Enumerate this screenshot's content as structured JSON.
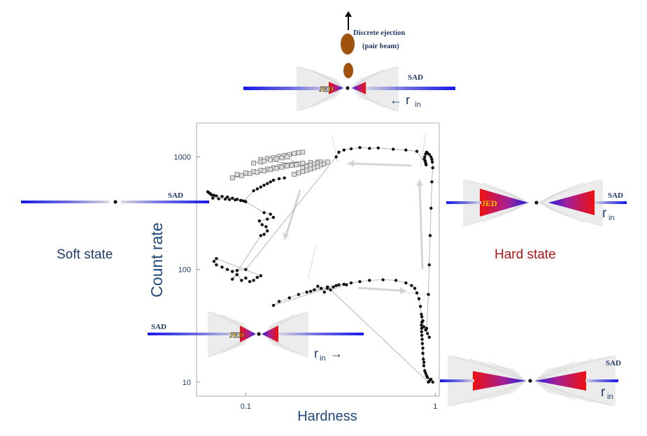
{
  "top_annotation": {
    "ejection": "Discrete ejection",
    "beam": "(pair beam)"
  },
  "sad": "SAD",
  "jed": "JED",
  "r_main": "r",
  "r_sub": "in",
  "soft_state": "Soft state",
  "hard_state": "Hard state",
  "axes": {
    "ylabel": "Count rate",
    "xlabel": "Hardness",
    "yticks": [
      {
        "label": "1000",
        "value": 1000
      },
      {
        "label": "100",
        "value": 100
      },
      {
        "label": "10",
        "value": 10
      }
    ],
    "xticks": [
      {
        "label": "0.1",
        "value": 0.1
      },
      {
        "label": "1",
        "value": 1
      }
    ]
  },
  "colors": {
    "disk_blue": "#1a1ae6",
    "jed_red": "#e01020",
    "jed_magenta": "#b0208c",
    "jed_label": "#f2c200",
    "ejecta": "#a0520f",
    "soft_text": "#1f3a6b",
    "hard_text": "#a81616",
    "axis_text": "#1f4a7a"
  },
  "chart_data": {
    "type": "scatter",
    "xscale": "log",
    "yscale": "log",
    "xlim": [
      0.055,
      1.05
    ],
    "ylim": [
      7.5,
      2000
    ],
    "series": [
      {
        "marker": "dot",
        "points": [
          [
            0.97,
            10
          ],
          [
            0.94,
            10.5
          ],
          [
            0.91,
            11
          ],
          [
            0.89,
            12
          ],
          [
            0.87,
            14
          ],
          [
            0.865,
            16
          ],
          [
            0.86,
            18
          ],
          [
            0.855,
            22
          ],
          [
            0.85,
            26
          ],
          [
            0.848,
            30
          ],
          [
            0.85,
            34
          ],
          [
            0.845,
            40
          ],
          [
            0.835,
            47
          ],
          [
            0.82,
            55
          ],
          [
            0.8,
            62
          ],
          [
            0.78,
            68
          ],
          [
            0.75,
            72
          ],
          [
            0.7,
            76
          ],
          [
            0.62,
            80
          ],
          [
            0.53,
            81
          ],
          [
            0.45,
            80
          ],
          [
            0.4,
            78
          ],
          [
            0.36,
            76
          ],
          [
            0.33,
            74
          ],
          [
            0.3,
            72
          ],
          [
            0.27,
            70
          ],
          [
            0.25,
            68
          ],
          [
            0.23,
            66
          ],
          [
            0.21,
            63
          ],
          [
            0.19,
            60
          ],
          [
            0.17,
            56
          ],
          [
            0.15,
            52
          ],
          [
            0.14,
            48
          ],
          [
            0.27,
            68
          ],
          [
            0.26,
            63
          ],
          [
            0.24,
            71
          ],
          [
            0.22,
            64
          ],
          [
            0.29,
            70
          ],
          [
            0.31,
            73
          ],
          [
            0.34,
            73
          ],
          [
            0.28,
            66
          ],
          [
            0.92,
            10
          ],
          [
            0.93,
            10.2
          ],
          [
            0.95,
            10.6
          ],
          [
            0.9,
            11.4
          ],
          [
            0.88,
            12.6
          ],
          [
            0.872,
            15
          ],
          [
            0.86,
            20
          ],
          [
            0.853,
            24
          ],
          [
            0.847,
            28
          ],
          [
            0.845,
            32
          ],
          [
            0.86,
            35
          ],
          [
            0.85,
            38
          ],
          [
            0.87,
            31
          ],
          [
            0.89,
            29
          ],
          [
            0.91,
            27
          ],
          [
            0.93,
            25
          ],
          [
            0.9,
            30
          ],
          [
            0.92,
            60
          ],
          [
            0.93,
            110
          ],
          [
            0.94,
            200
          ],
          [
            0.95,
            350
          ],
          [
            0.96,
            600
          ],
          [
            0.97,
            800
          ],
          [
            0.965,
            900
          ],
          [
            0.96,
            950
          ],
          [
            0.95,
            1000
          ],
          [
            0.93,
            1050
          ],
          [
            0.91,
            1080
          ],
          [
            0.9,
            1100
          ],
          [
            0.89,
            1060
          ],
          [
            0.88,
            1000
          ],
          [
            0.875,
            960
          ],
          [
            0.885,
            920
          ],
          [
            0.89,
            880
          ],
          [
            0.895,
            850
          ],
          [
            0.8,
            1120
          ],
          [
            0.7,
            1150
          ],
          [
            0.6,
            1170
          ],
          [
            0.5,
            1200
          ],
          [
            0.45,
            1190
          ],
          [
            0.4,
            1210
          ],
          [
            0.36,
            1180
          ],
          [
            0.33,
            1150
          ],
          [
            0.31,
            1100
          ],
          [
            0.3,
            1000
          ],
          [
            0.1,
            100
          ],
          [
            0.09,
            98
          ],
          [
            0.085,
            96
          ],
          [
            0.08,
            100
          ],
          [
            0.075,
            105
          ],
          [
            0.07,
            110
          ],
          [
            0.068,
            118
          ],
          [
            0.07,
            125
          ],
          [
            0.12,
            88
          ],
          [
            0.115,
            85
          ],
          [
            0.11,
            80
          ],
          [
            0.105,
            78
          ],
          [
            0.1,
            84
          ],
          [
            0.095,
            80
          ],
          [
            0.09,
            90
          ],
          [
            0.085,
            82
          ],
          [
            0.12,
            200
          ],
          [
            0.125,
            205
          ],
          [
            0.13,
            220
          ],
          [
            0.128,
            240
          ],
          [
            0.122,
            250
          ],
          [
            0.118,
            270
          ],
          [
            0.13,
            280
          ],
          [
            0.14,
            290
          ],
          [
            0.135,
            310
          ],
          [
            0.125,
            320
          ],
          [
            0.1,
            400
          ],
          [
            0.095,
            410
          ],
          [
            0.09,
            420
          ],
          [
            0.085,
            430
          ],
          [
            0.08,
            440
          ],
          [
            0.075,
            445
          ],
          [
            0.07,
            450
          ],
          [
            0.068,
            455
          ],
          [
            0.066,
            460
          ],
          [
            0.065,
            470
          ],
          [
            0.064,
            480
          ],
          [
            0.063,
            490
          ],
          [
            0.067,
            430
          ],
          [
            0.072,
            425
          ],
          [
            0.078,
            422
          ],
          [
            0.082,
            418
          ],
          [
            0.088,
            415
          ],
          [
            0.094,
            410
          ],
          [
            0.098,
            405
          ],
          [
            0.11,
            500
          ],
          [
            0.115,
            520
          ],
          [
            0.12,
            540
          ],
          [
            0.125,
            560
          ],
          [
            0.13,
            580
          ],
          [
            0.135,
            600
          ],
          [
            0.14,
            620
          ],
          [
            0.15,
            640
          ],
          [
            0.16,
            650
          ]
        ]
      },
      {
        "marker": "open",
        "points": [
          [
            0.09,
            700
          ],
          [
            0.1,
            720
          ],
          [
            0.11,
            740
          ],
          [
            0.12,
            760
          ],
          [
            0.13,
            780
          ],
          [
            0.14,
            800
          ],
          [
            0.15,
            820
          ],
          [
            0.16,
            840
          ],
          [
            0.17,
            850
          ],
          [
            0.18,
            860
          ],
          [
            0.19,
            870
          ],
          [
            0.2,
            880
          ],
          [
            0.22,
            890
          ],
          [
            0.24,
            900
          ],
          [
            0.085,
            650
          ],
          [
            0.095,
            680
          ],
          [
            0.105,
            710
          ],
          [
            0.115,
            730
          ],
          [
            0.125,
            750
          ],
          [
            0.135,
            770
          ],
          [
            0.145,
            790
          ],
          [
            0.155,
            810
          ],
          [
            0.165,
            830
          ],
          [
            0.175,
            840
          ],
          [
            0.185,
            850
          ],
          [
            0.12,
            950
          ],
          [
            0.13,
            970
          ],
          [
            0.14,
            990
          ],
          [
            0.15,
            1010
          ],
          [
            0.16,
            1030
          ],
          [
            0.17,
            1050
          ],
          [
            0.18,
            1070
          ],
          [
            0.19,
            1090
          ],
          [
            0.2,
            1100
          ],
          [
            0.11,
            880
          ],
          [
            0.12,
            900
          ],
          [
            0.125,
            920
          ],
          [
            0.135,
            940
          ],
          [
            0.145,
            960
          ],
          [
            0.155,
            980
          ],
          [
            0.165,
            1000
          ],
          [
            0.2,
            800
          ],
          [
            0.21,
            820
          ],
          [
            0.22,
            840
          ],
          [
            0.23,
            860
          ],
          [
            0.24,
            880
          ],
          [
            0.25,
            900
          ],
          [
            0.18,
            700
          ],
          [
            0.19,
            720
          ],
          [
            0.2,
            740
          ],
          [
            0.21,
            760
          ],
          [
            0.22,
            780
          ],
          [
            0.23,
            800
          ],
          [
            0.24,
            820
          ],
          [
            0.25,
            850
          ],
          [
            0.26,
            870
          ],
          [
            0.27,
            900
          ]
        ]
      }
    ]
  }
}
